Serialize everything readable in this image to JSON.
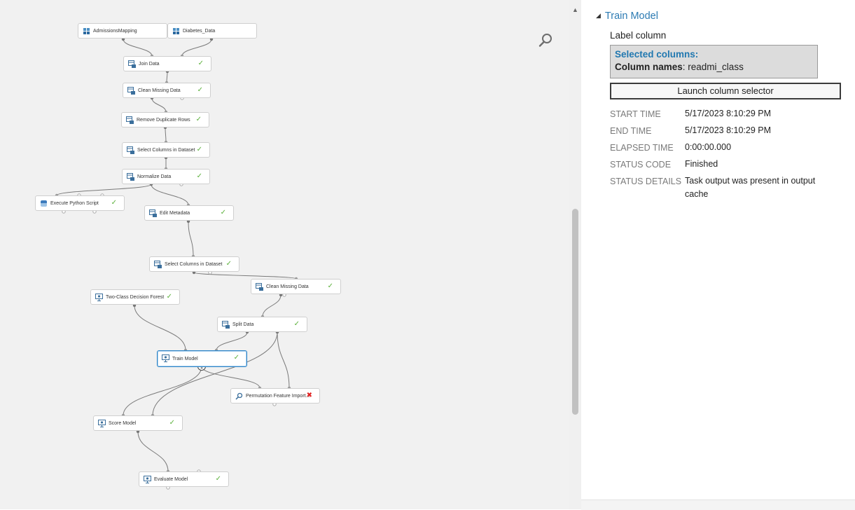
{
  "canvas": {
    "nodes": [
      {
        "label": "AdmissionsMapping",
        "icon": "dataset-icon",
        "status": ""
      },
      {
        "label": "Diabetes_Data",
        "icon": "dataset-icon",
        "status": ""
      },
      {
        "label": "Join Data",
        "icon": "module-icon",
        "status": "✓"
      },
      {
        "label": "Clean Missing Data",
        "icon": "module-icon",
        "status": "✓"
      },
      {
        "label": "Remove Duplicate Rows",
        "icon": "module-icon",
        "status": "✓"
      },
      {
        "label": "Select Columns in Dataset",
        "icon": "module-icon",
        "status": "✓"
      },
      {
        "label": "Normalize Data",
        "icon": "module-icon",
        "status": "✓"
      },
      {
        "label": "Execute Python Script",
        "icon": "python-icon",
        "status": "✓"
      },
      {
        "label": "Edit Metadata",
        "icon": "module-icon",
        "status": "✓"
      },
      {
        "label": "Select Columns in Dataset",
        "icon": "module-icon",
        "status": "✓"
      },
      {
        "label": "Clean Missing Data",
        "icon": "module-icon",
        "status": "✓"
      },
      {
        "label": "Two-Class Decision Forest",
        "icon": "model-icon",
        "status": "✓"
      },
      {
        "label": "Split Data",
        "icon": "module-icon",
        "status": "✓"
      },
      {
        "label": "Train Model",
        "icon": "model-icon",
        "status": "✓"
      },
      {
        "label": "Permutation Feature Import...",
        "icon": "magnifier-icon",
        "status": "✖"
      },
      {
        "label": "Score Model",
        "icon": "model-icon",
        "status": "✓"
      },
      {
        "label": "Evaluate Model",
        "icon": "model-icon",
        "status": "✓"
      }
    ],
    "port_badge": "1",
    "colors": {
      "check": "#5bb13b",
      "error": "#e02020",
      "selected_border": "#2f85c6"
    }
  },
  "panel": {
    "title": "Train Model",
    "label_column": "Label column",
    "selected_columns_title": "Selected columns:",
    "column_names_key": "Column names",
    "column_names_value": ": readmi_class",
    "launch_button": "Launch column selector",
    "rows": [
      {
        "key": "START TIME",
        "value": "5/17/2023 8:10:29 PM"
      },
      {
        "key": "END TIME",
        "value": "5/17/2023 8:10:29 PM"
      },
      {
        "key": "ELAPSED TIME",
        "value": "0:00:00.000"
      },
      {
        "key": "STATUS CODE",
        "value": "Finished"
      },
      {
        "key": "STATUS DETAILS",
        "value": "Task output was present in output cache"
      }
    ],
    "accent": "#2c7bb3"
  }
}
